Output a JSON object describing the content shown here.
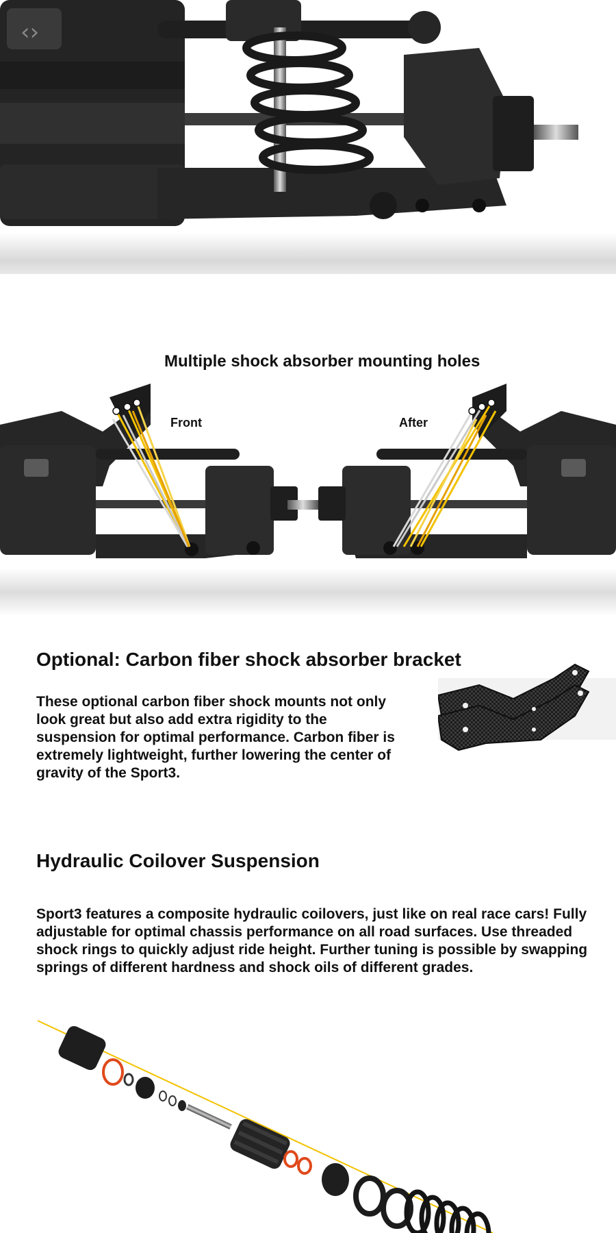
{
  "section_mounting": {
    "title": "Multiple shock absorber mounting holes",
    "label_front": "Front",
    "label_after": "After"
  },
  "section_bracket": {
    "title": "Optional: Carbon fiber shock absorber bracket",
    "body": "These optional carbon fiber shock mounts not only look great but also add extra rigidity to the suspension for optimal performance. Carbon fiber is extremely lightweight, further lowering the center of gravity of the Sport3."
  },
  "section_coilover": {
    "title": "Hydraulic Coilover Suspension",
    "body": "Sport3 features a composite hydraulic coilovers, just like on real race cars! Fully adjustable for optimal chassis performance on all road surfaces. Use threaded shock rings to quickly adjust ride height. Further tuning is possible by swapping springs of different hardness and shock oils of different grades."
  },
  "colors": {
    "text": "#111111",
    "plastic": "#2a2a2a",
    "accent_yellow": "#f2c200",
    "accent_orange": "#e0491b"
  }
}
